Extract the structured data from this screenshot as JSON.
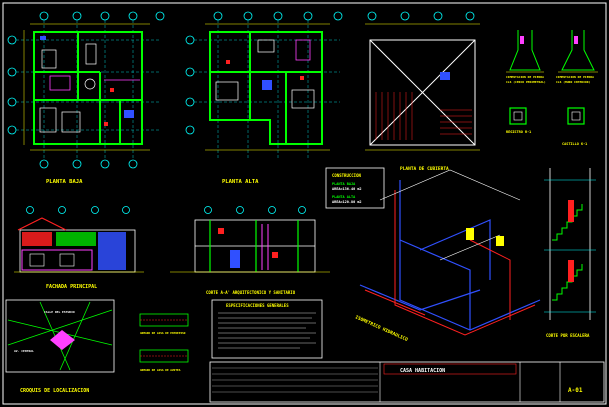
{
  "colors": {
    "background": "#000000",
    "walls": "#00ff00",
    "axes": "#00ffff",
    "dims": "#ffff00",
    "red": "#ff2020",
    "blue": "#3050ff",
    "magenta": "#ff40ff",
    "white": "#ffffff"
  },
  "plans": {
    "ground_title": "PLANTA BAJA",
    "upper_title": "PLANTA ALTA",
    "roof_title": "PLANTA DE CUBIERTA"
  },
  "details": {
    "left_label_1": "CIMENTACION DE PIEDRA",
    "left_label_2": "CLS (CERCO PERIMETRAL)",
    "right_label_1": "CIMENTACION DE PIEDRA",
    "right_label_2": "CLS (MURO INTERIOR)",
    "box_left": "REGISTRO R-1",
    "box_right": "CASTILLO K-1"
  },
  "construction_box": {
    "title": "CONSTRUCCION",
    "line1": "PLANTA BAJA",
    "line2": "AREA=136.40 m2",
    "line3": "PLANTA ALTA",
    "line4": "AREA=120.80 m2"
  },
  "elevations": {
    "front_title": "FACHADA PRINCIPAL",
    "section_title": "CORTE A-A' ARQUITECTONICO Y SANITARIO"
  },
  "isometric_title": "ISOMETRICO HIDRAULICO",
  "stair_title": "CORTE POR ESCALERA",
  "specs_title": "ESPECIFICACIONES GENERALES",
  "location_title": "CROQUIS DE LOCALIZACION",
  "location_streets": {
    "street_top": "CALLE DEL ESTUDIO",
    "street_mid": "AV. CENTRAL"
  },
  "detail_small_1": "ARMADO DE LOSA DE ENTREPISO",
  "detail_small_2": "ARMADO DE LOSA DE AZOTEA",
  "title_block": {
    "project": "CASA HABITACION",
    "sheet": "A-01"
  }
}
